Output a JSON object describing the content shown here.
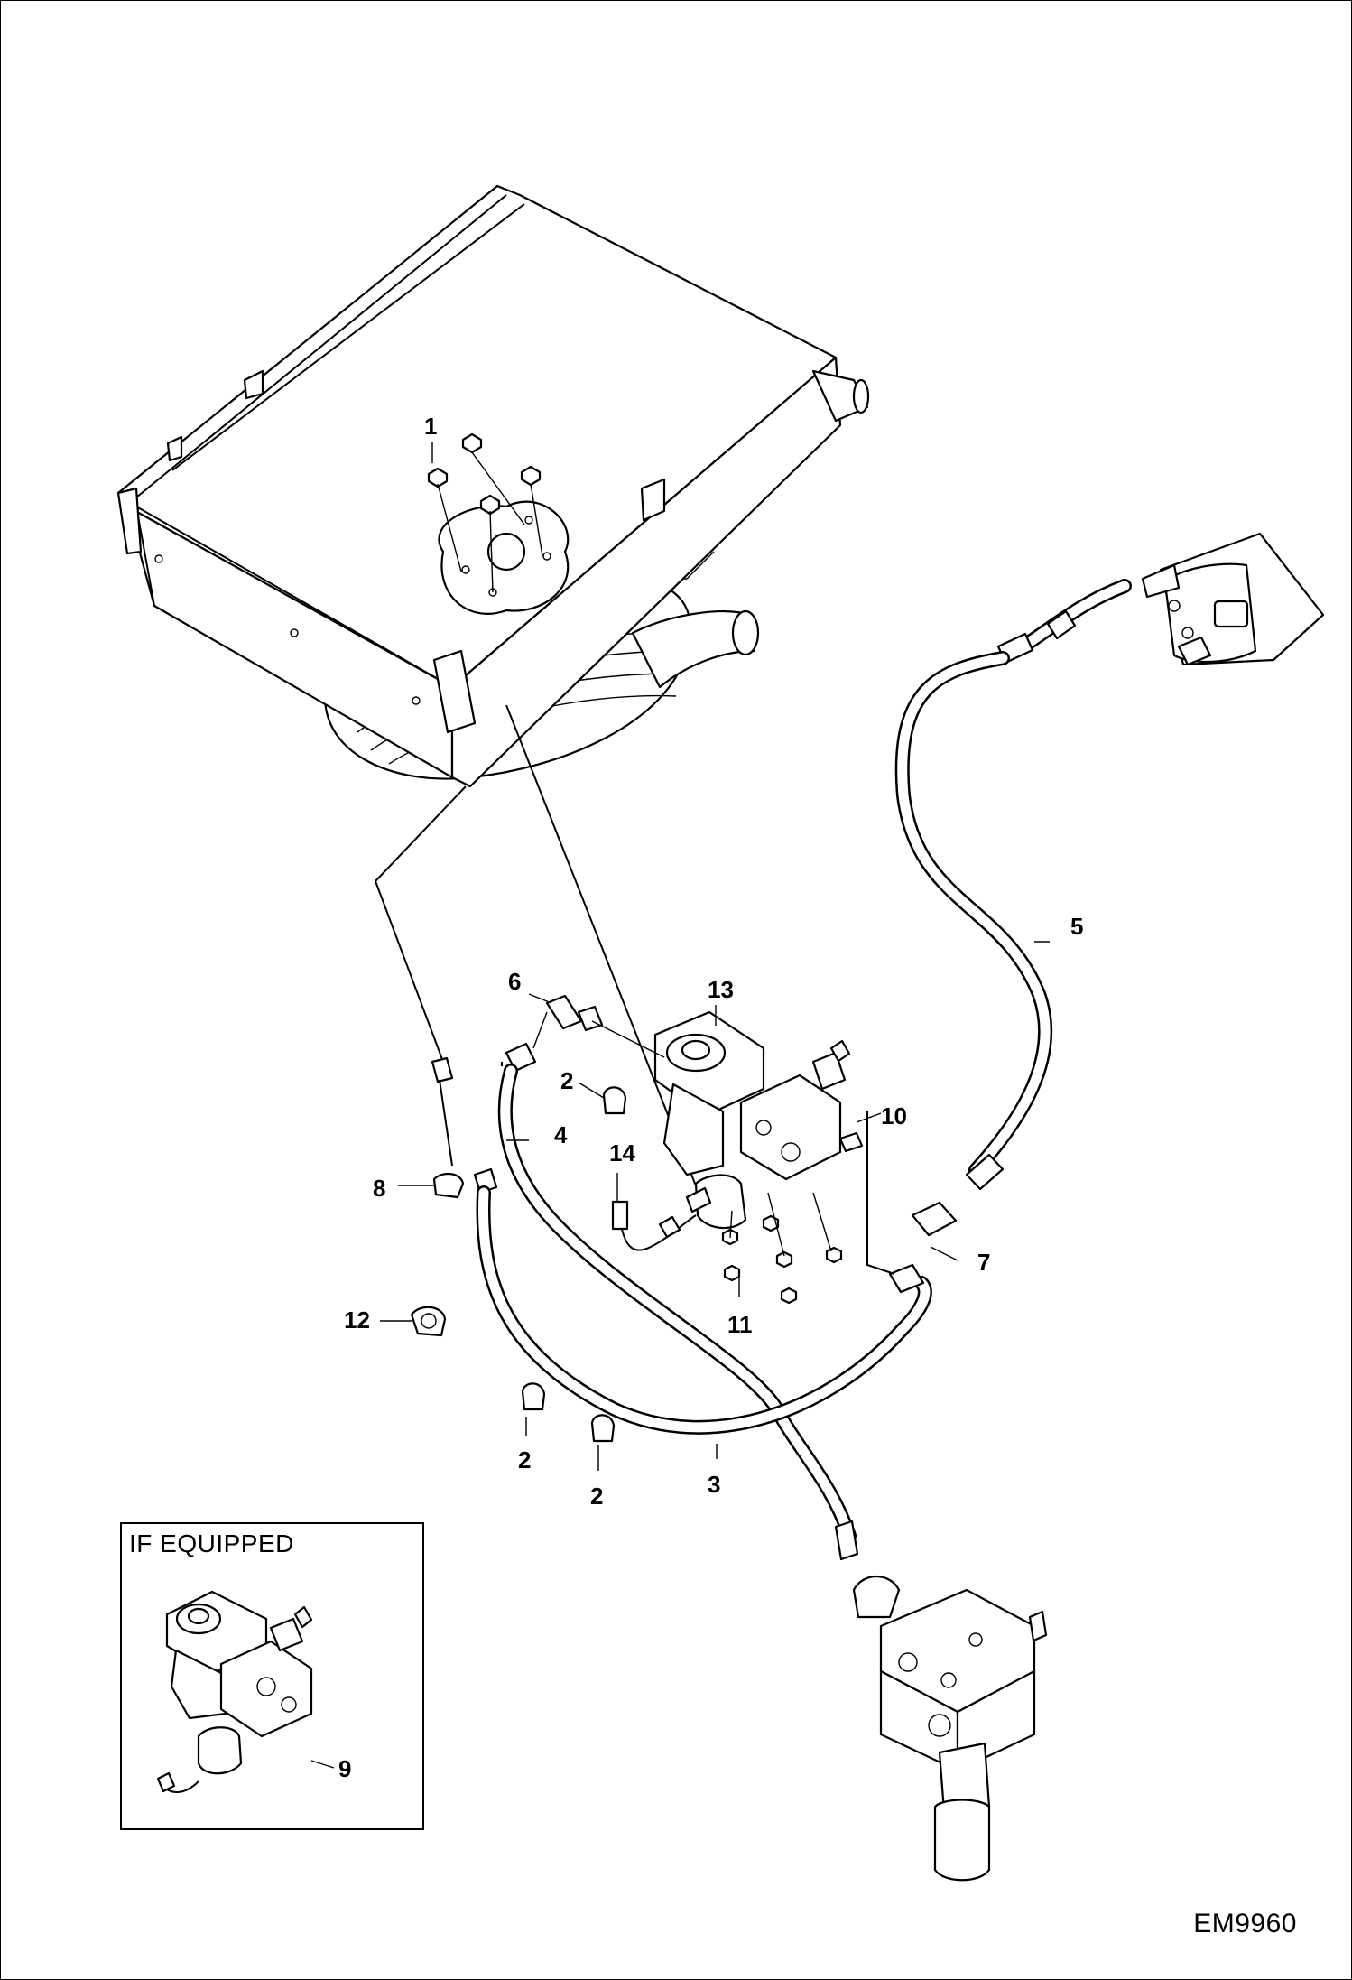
{
  "callouts": {
    "c1": "1",
    "c2a": "2",
    "c2b": "2",
    "c2c": "2",
    "c3": "3",
    "c4": "4",
    "c5": "5",
    "c6": "6",
    "c7": "7",
    "c8": "8",
    "c9": "9",
    "c10": "10",
    "c11": "11",
    "c12": "12",
    "c13": "13",
    "c14": "14"
  },
  "inset": {
    "title": "IF EQUIPPED"
  },
  "drawing_id": "EM9960"
}
